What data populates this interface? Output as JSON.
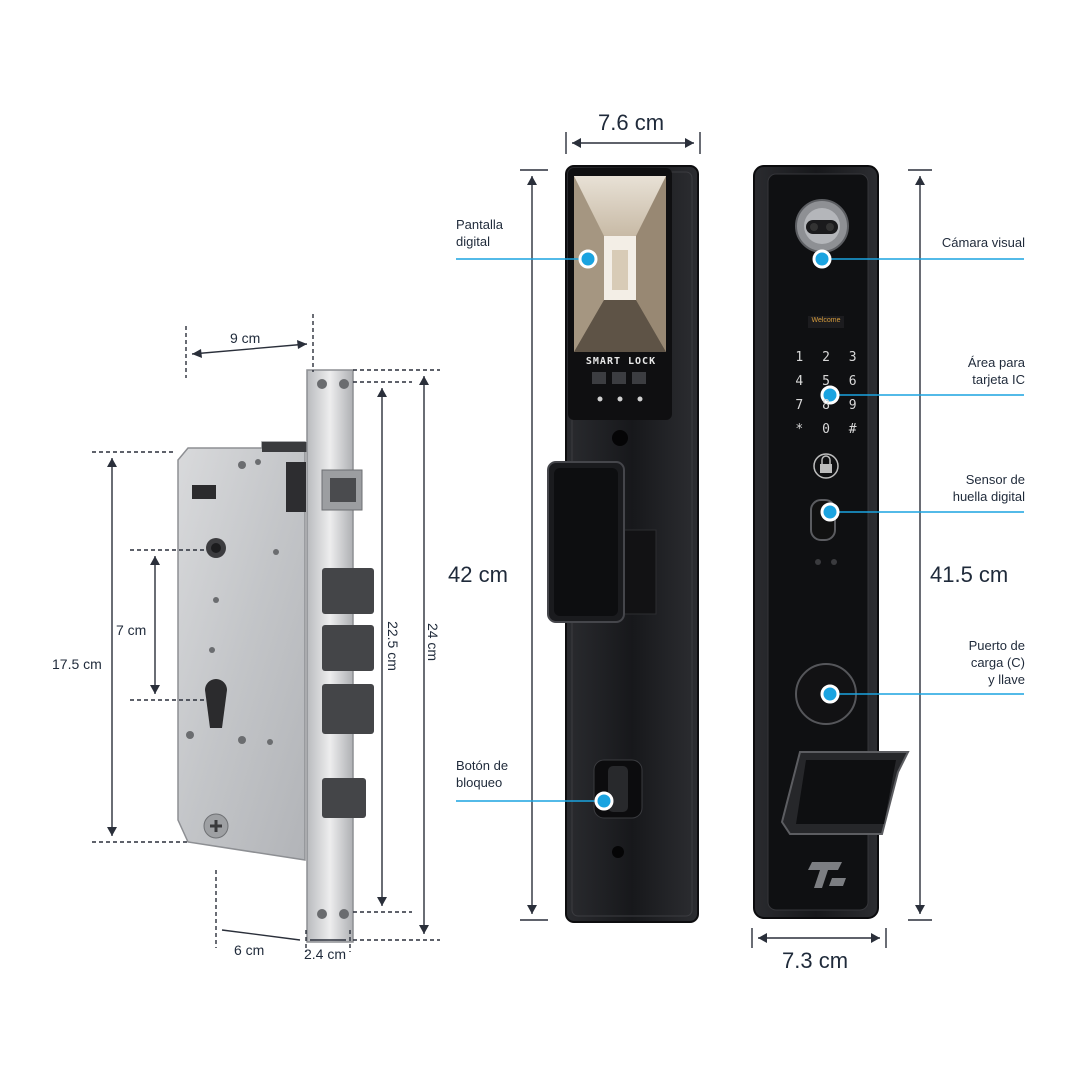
{
  "dimensions": {
    "mortise_width": "9 cm",
    "mortise_height_body": "17.5 cm",
    "mortise_cylinder_offset": "7 cm",
    "mortise_faceplate_inner": "22.5 cm",
    "mortise_faceplate_total": "24 cm",
    "mortise_backset": "6 cm",
    "mortise_faceplate_width": "2.4 cm",
    "front_width": "7.6 cm",
    "front_height": "42 cm",
    "back_width": "7.3 cm",
    "back_height": "41.5 cm"
  },
  "labels": {
    "screen": "Pantalla\ndigital",
    "lock_button": "Botón de\nbloqueo",
    "camera": "Cámara visual",
    "ic_card": "Área para\ntarjeta IC",
    "fingerprint": "Sensor de\nhuella digital",
    "charging": "Puerto de\ncarga (C)\ny llave"
  },
  "device_text": {
    "screen_brand": "SMART LOCK",
    "welcome": "Welcome",
    "keypad": [
      "1",
      "2",
      "3",
      "4",
      "5",
      "6",
      "7",
      "8",
      "9",
      "*",
      "0",
      "#"
    ]
  },
  "colors": {
    "accent": "#1aa3e0",
    "body_dark": "#1b1c1f",
    "text": "#1f2a3a"
  }
}
